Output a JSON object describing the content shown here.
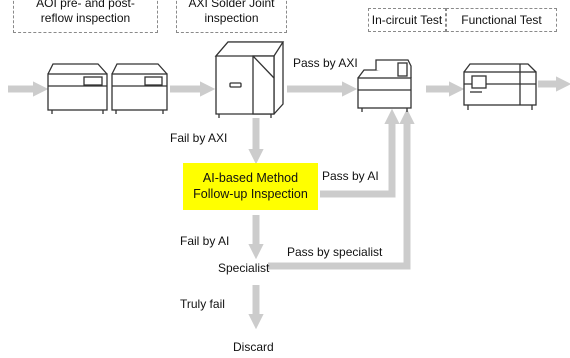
{
  "colors": {
    "arrow": "#cccccc",
    "machine_stroke": "#333333",
    "dashed_border": "#8a8a8a",
    "highlight": "#ffff00",
    "text": "#111111"
  },
  "stages": {
    "aoi": "AOI pre- and post-reflow inspection",
    "aoi_line1": "AOI pre- and post-",
    "aoi_line2": "reflow inspection",
    "axi_line1": "AXI Solder Joint",
    "axi_line2": "inspection",
    "ict": "In-circuit Test",
    "functional": "Functional Test"
  },
  "ai_box": {
    "line1": "AI-based Method",
    "line2": "Follow-up Inspection"
  },
  "flow_labels": {
    "pass_axi": "Pass by AXI",
    "fail_axi": "Fail by AXI",
    "pass_ai": "Pass by AI",
    "fail_ai": "Fail by AI",
    "specialist": "Specialist",
    "pass_specialist": "Pass by specialist",
    "truly_fail": "Truly fail",
    "discard": "Discard"
  },
  "icons": [
    "aoi-machine-icon",
    "axi-machine-icon",
    "ict-machine-icon",
    "functional-test-machine-icon"
  ]
}
